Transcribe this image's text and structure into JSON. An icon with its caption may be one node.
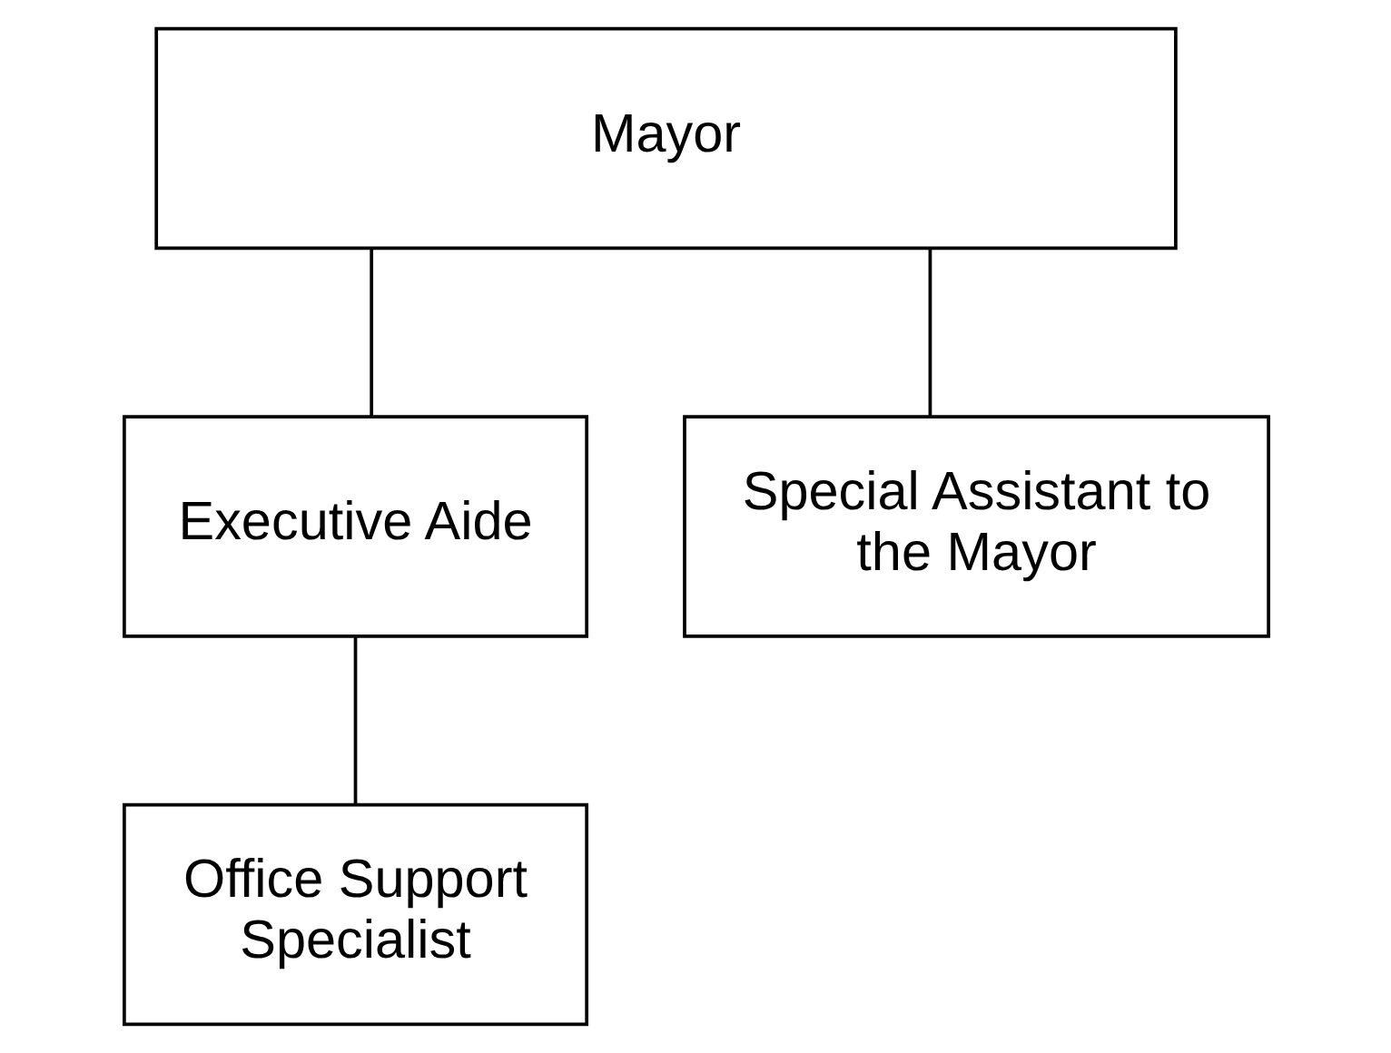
{
  "diagram": {
    "nodes": [
      {
        "text": [
          "Mayor"
        ]
      },
      {
        "text": [
          "Executive Aide"
        ]
      },
      {
        "text": [
          "Special Assistant to the Mayor"
        ]
      },
      {
        "text": [
          "Office Support Specialist"
        ]
      }
    ],
    "edges": [
      {
        "from": 0,
        "to": 1,
        "arrow": "none"
      },
      {
        "from": 0,
        "to": 2,
        "arrow": "none"
      },
      {
        "from": 1,
        "to": 3,
        "arrow": "none"
      }
    ]
  }
}
